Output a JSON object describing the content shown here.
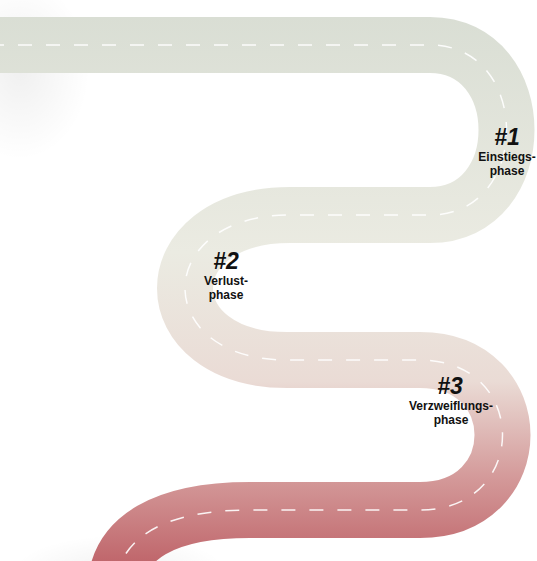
{
  "diagram": {
    "labels": [
      "#1",
      "Einstiegs- phase",
      "#2",
      "Verlust- phase",
      "#3",
      "Verzweiflungs- phase"
    ]
  }
}
